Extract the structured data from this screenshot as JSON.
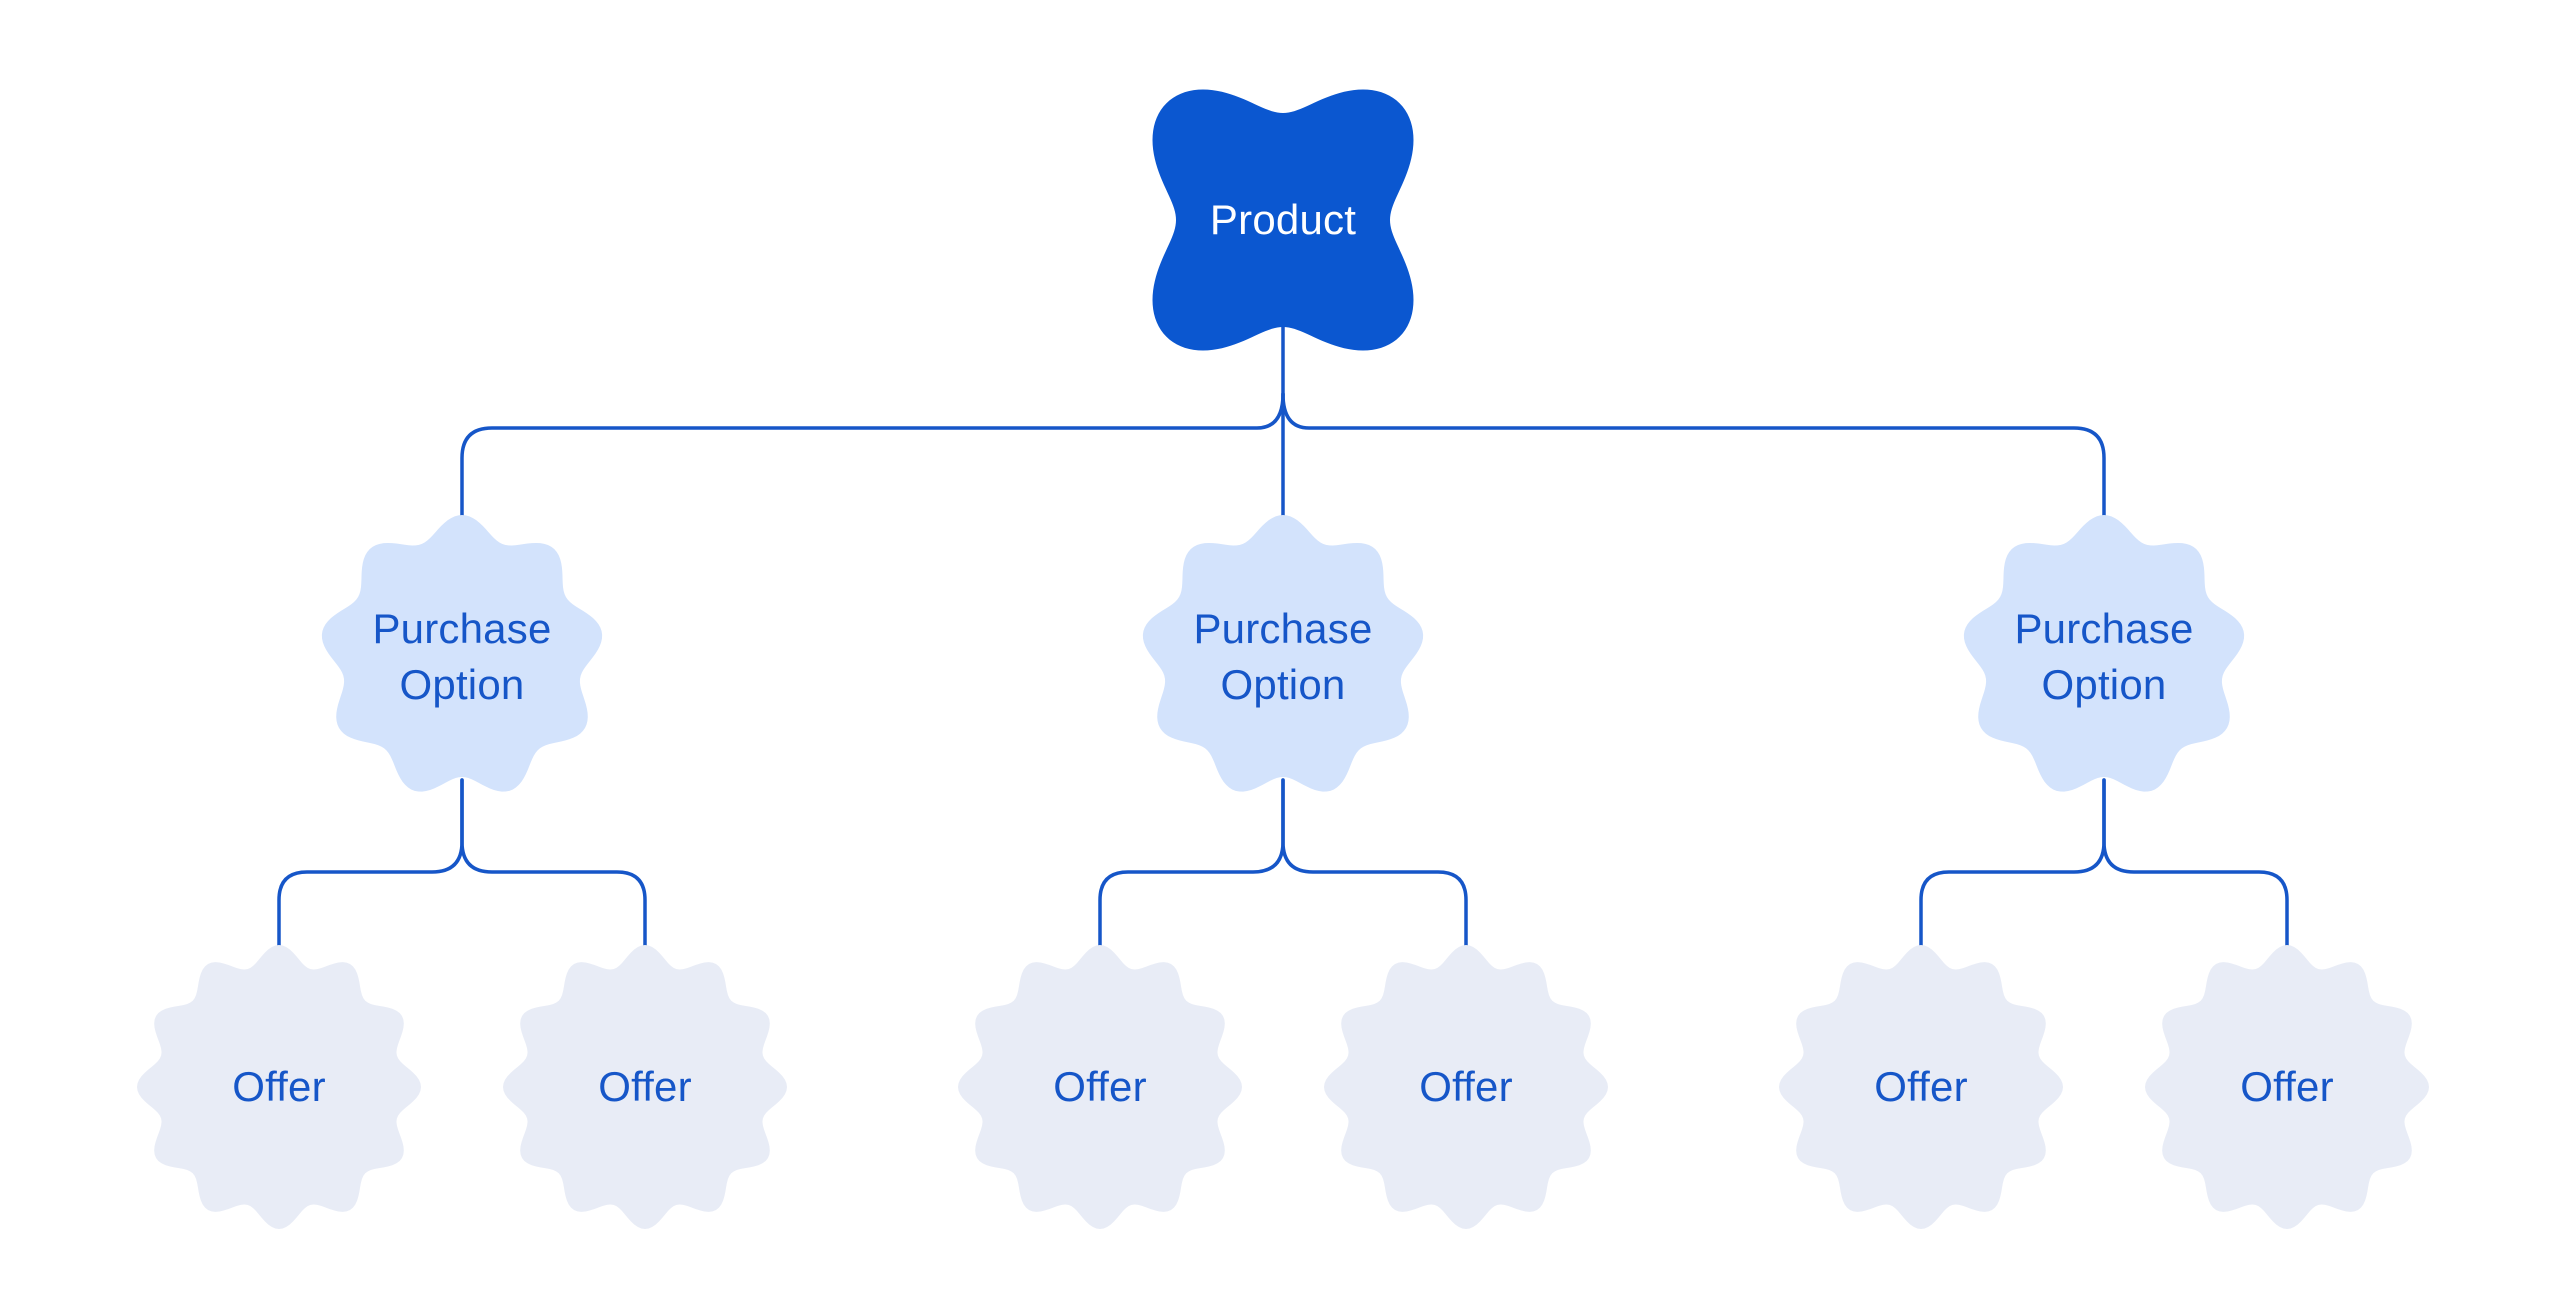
{
  "diagram": {
    "root": {
      "label": "Product"
    },
    "purchase_options": [
      {
        "label": "Purchase Option",
        "offers": [
          {
            "label": "Offer"
          },
          {
            "label": "Offer"
          }
        ]
      },
      {
        "label": "Purchase Option",
        "offers": [
          {
            "label": "Offer"
          },
          {
            "label": "Offer"
          }
        ]
      },
      {
        "label": "Purchase Option",
        "offers": [
          {
            "label": "Offer"
          },
          {
            "label": "Offer"
          }
        ]
      }
    ],
    "colors": {
      "root_fill": "#0b57d0",
      "root_text": "#ffffff",
      "purchase_fill": "#d3e3fc",
      "offer_fill": "#e8ecf6",
      "node_text": "#1656c8",
      "connector": "#1656c8"
    }
  }
}
